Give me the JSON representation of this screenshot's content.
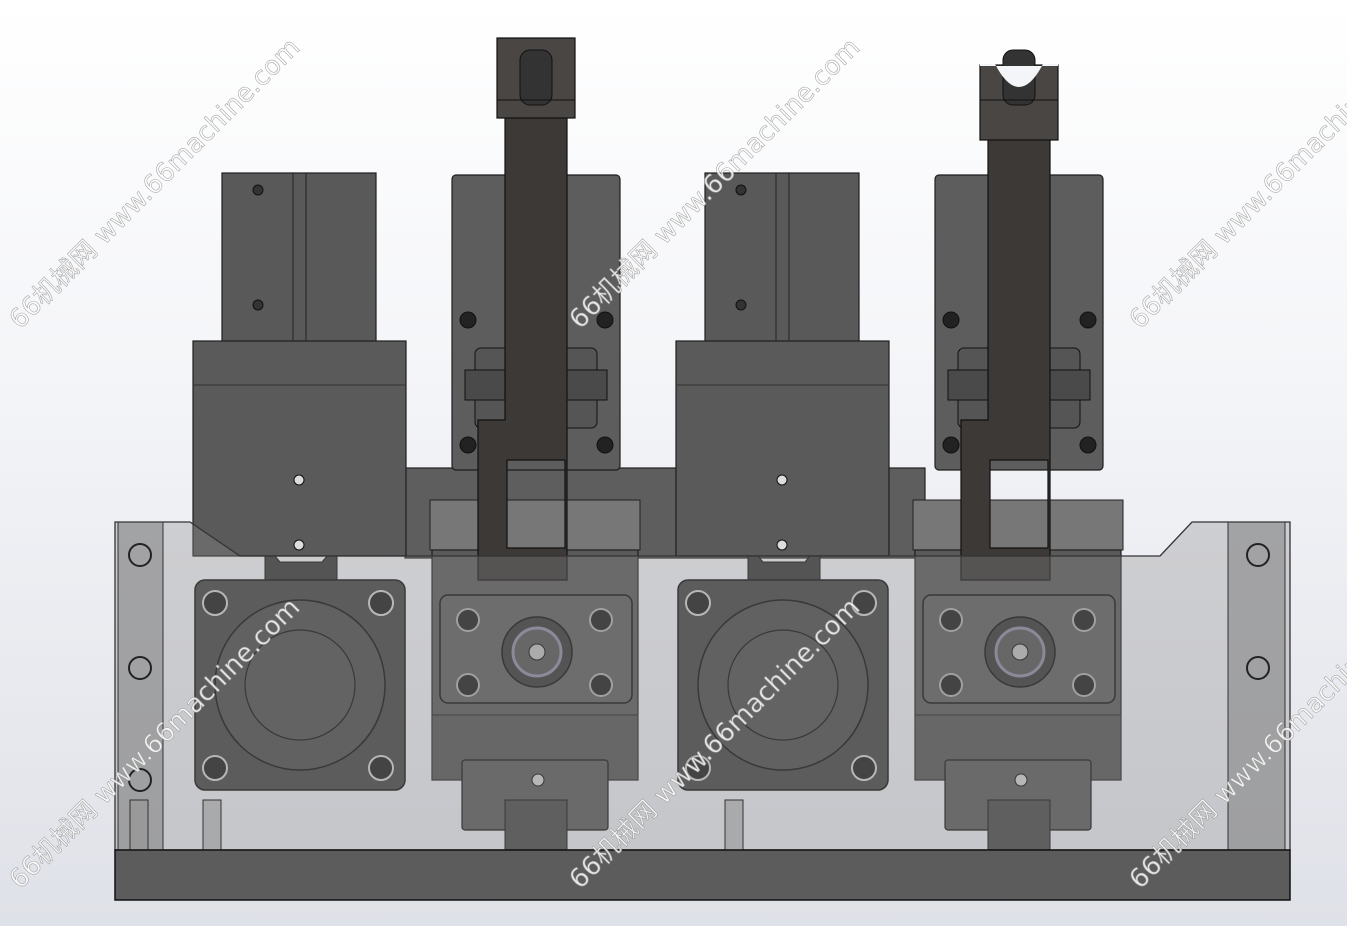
{
  "scene": {
    "description_type": "cad-render",
    "colors": {
      "background": "#f4f5f8",
      "steel_dark": "#3c3836",
      "steel_mid": "#5a5a5a",
      "housing": "#8c8c8c",
      "base": "#5c5c5c"
    }
  },
  "watermark": {
    "text": "66机械网 www.66machine.com",
    "short": "www.66machine.com"
  }
}
